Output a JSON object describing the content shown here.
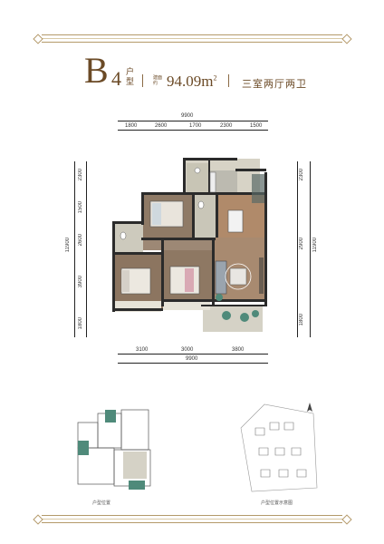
{
  "header": {
    "unit_letter": "B",
    "unit_number": "4",
    "unit_type_label": "户型",
    "area_label": "建面约",
    "area_value": "94.09m",
    "area_unit_power": "2",
    "layout": "三室两厅两卫"
  },
  "dimensions": {
    "top_total": "9900",
    "top_segments": [
      "1800",
      "2600",
      "1700",
      "2300",
      "1500"
    ],
    "bottom_segments": [
      "3100",
      "3000",
      "3800"
    ],
    "bottom_total": "9900",
    "left_total": "11900",
    "left_segments": [
      "2300",
      "1500",
      "2600",
      "3900",
      "1800"
    ],
    "right_total": "11900",
    "right_segments": [
      "2300",
      "2900",
      "1800"
    ]
  },
  "captions": {
    "key_plan": "户型位置",
    "site_plan": "户型位置示意图"
  },
  "colors": {
    "accent": "#6b4a26",
    "frame": "#b49a6a",
    "wall": "#2b2b2b",
    "floor_wood": "#b08a6a",
    "floor_tile": "#c9c6b8",
    "green": "#4f8a7a"
  }
}
